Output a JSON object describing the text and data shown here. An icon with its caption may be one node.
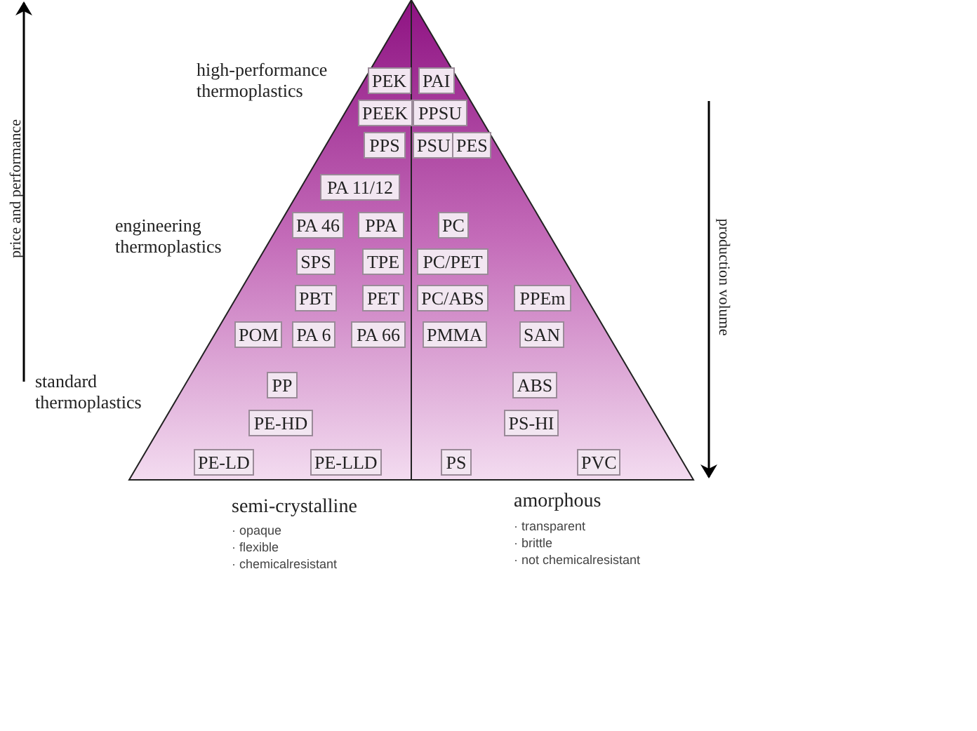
{
  "diagram": {
    "nodes": [
      {
        "text": [
          "PEK"
        ]
      },
      {
        "text": [
          "PAI"
        ]
      },
      {
        "text": [
          "PEEK"
        ]
      },
      {
        "text": [
          "PPSU"
        ]
      },
      {
        "text": [
          "PPS"
        ]
      },
      {
        "text": [
          "PSU"
        ]
      },
      {
        "text": [
          "PES"
        ]
      },
      {
        "text": [
          "PA 11/12"
        ]
      },
      {
        "text": [
          "PA 46"
        ]
      },
      {
        "text": [
          "PPA"
        ]
      },
      {
        "text": [
          "PC"
        ]
      },
      {
        "text": [
          "SPS"
        ]
      },
      {
        "text": [
          "TPE"
        ]
      },
      {
        "text": [
          "PC/PET"
        ]
      },
      {
        "text": [
          "PBT"
        ]
      },
      {
        "text": [
          "PET"
        ]
      },
      {
        "text": [
          "PC/ABS"
        ]
      },
      {
        "text": [
          "PPEm"
        ]
      },
      {
        "text": [
          "POM"
        ]
      },
      {
        "text": [
          "PA 6"
        ]
      },
      {
        "text": [
          "PA 66"
        ]
      },
      {
        "text": [
          "PMMA"
        ]
      },
      {
        "text": [
          "SAN"
        ]
      },
      {
        "text": [
          "PP"
        ]
      },
      {
        "text": [
          "ABS"
        ]
      },
      {
        "text": [
          "PE-HD"
        ]
      },
      {
        "text": [
          "PS-HI"
        ]
      },
      {
        "text": [
          "PE-LD"
        ]
      },
      {
        "text": [
          "PE-LLD"
        ]
      },
      {
        "text": [
          "PS"
        ]
      },
      {
        "text": [
          "PVC"
        ]
      }
    ],
    "edges": [],
    "labels": [
      "price and performance",
      "high-performance thermoplastics",
      "engineering thermoplastics",
      "production volume",
      "standard thermoplastics",
      "semi-crystalline",
      "· opaque",
      "· flexible",
      "· chemicalresistant",
      "amorphous",
      "· transparent",
      "· brittle",
      "· not chemicalresistant"
    ]
  }
}
